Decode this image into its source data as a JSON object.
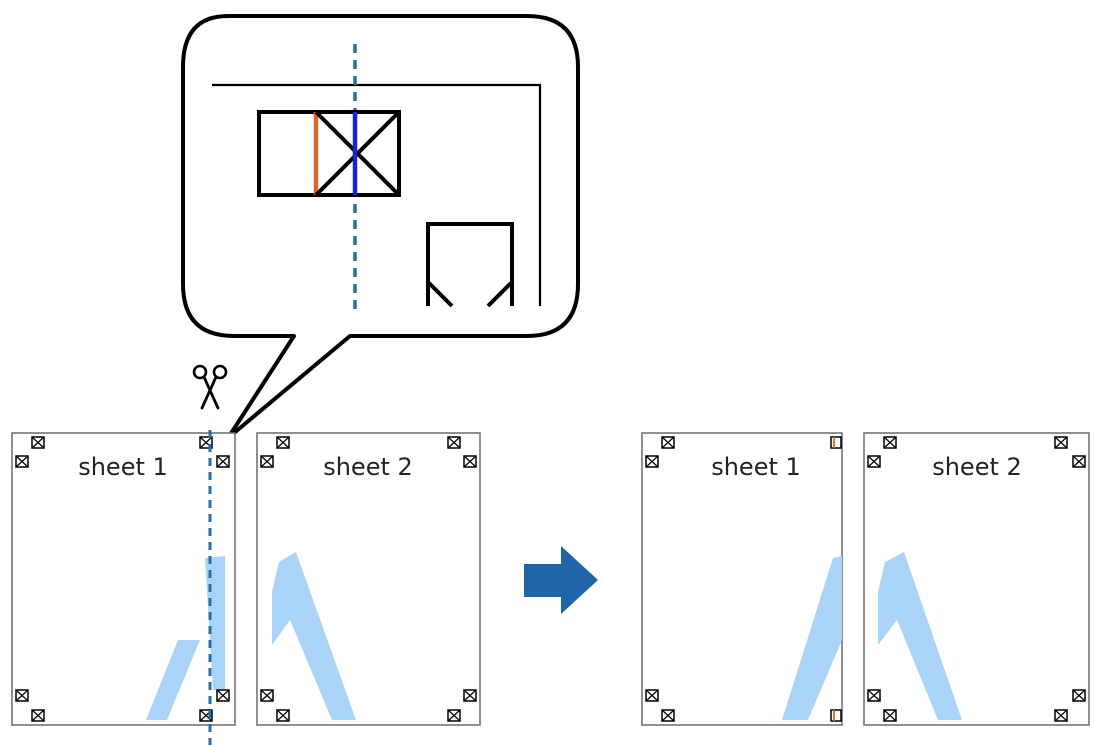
{
  "sheets": [
    {
      "label": "sheet 1"
    },
    {
      "label": "sheet 2"
    },
    {
      "label": "sheet 1"
    },
    {
      "label": "sheet 2"
    }
  ],
  "icons": {
    "scissors": "scissors-icon",
    "arrow": "right-arrow-icon"
  },
  "colors": {
    "blue_accent": "#1f66a8",
    "light_blue": "#aad4f7",
    "orange_mark": "#d9662b",
    "blue_mark": "#1d22c9",
    "cut_line": "#2a6ea6",
    "sheet_border": "#6b6b6b"
  }
}
